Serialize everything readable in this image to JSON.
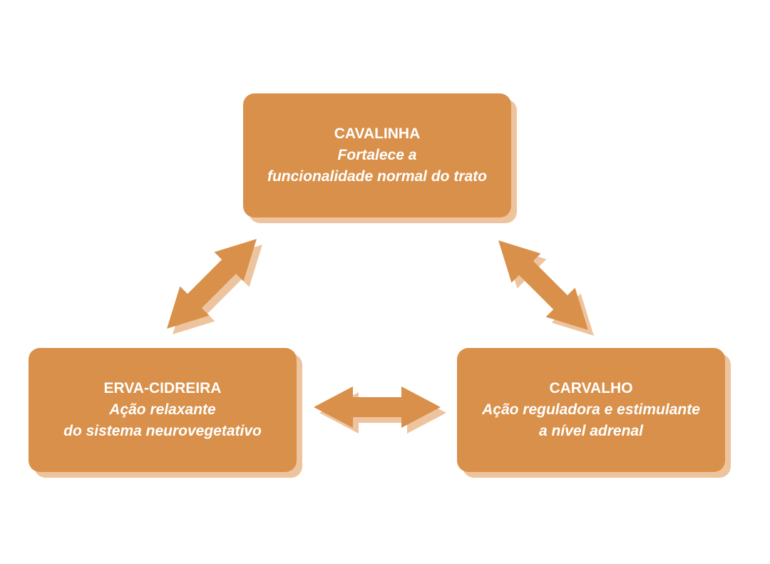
{
  "colors": {
    "box": "#D9904A",
    "shadow": "#EEC49E"
  },
  "nodes": [
    {
      "title": "CAVALINHA",
      "lines": [
        "Fortalece a",
        "funcionalidade normal do trato"
      ]
    },
    {
      "title": "ERVA-CIDREIRA",
      "lines": [
        "Ação relaxante",
        "do sistema neurovegetativo"
      ]
    },
    {
      "title": "CARVALHO",
      "lines": [
        "Ação reguladora e estimulante",
        "a nível adrenal"
      ]
    }
  ],
  "edges": [
    {
      "from": "CAVALINHA",
      "to": "ERVA-CIDREIRA",
      "type": "bidirectional"
    },
    {
      "from": "CAVALINHA",
      "to": "CARVALHO",
      "type": "bidirectional"
    },
    {
      "from": "ERVA-CIDREIRA",
      "to": "CARVALHO",
      "type": "bidirectional"
    }
  ]
}
